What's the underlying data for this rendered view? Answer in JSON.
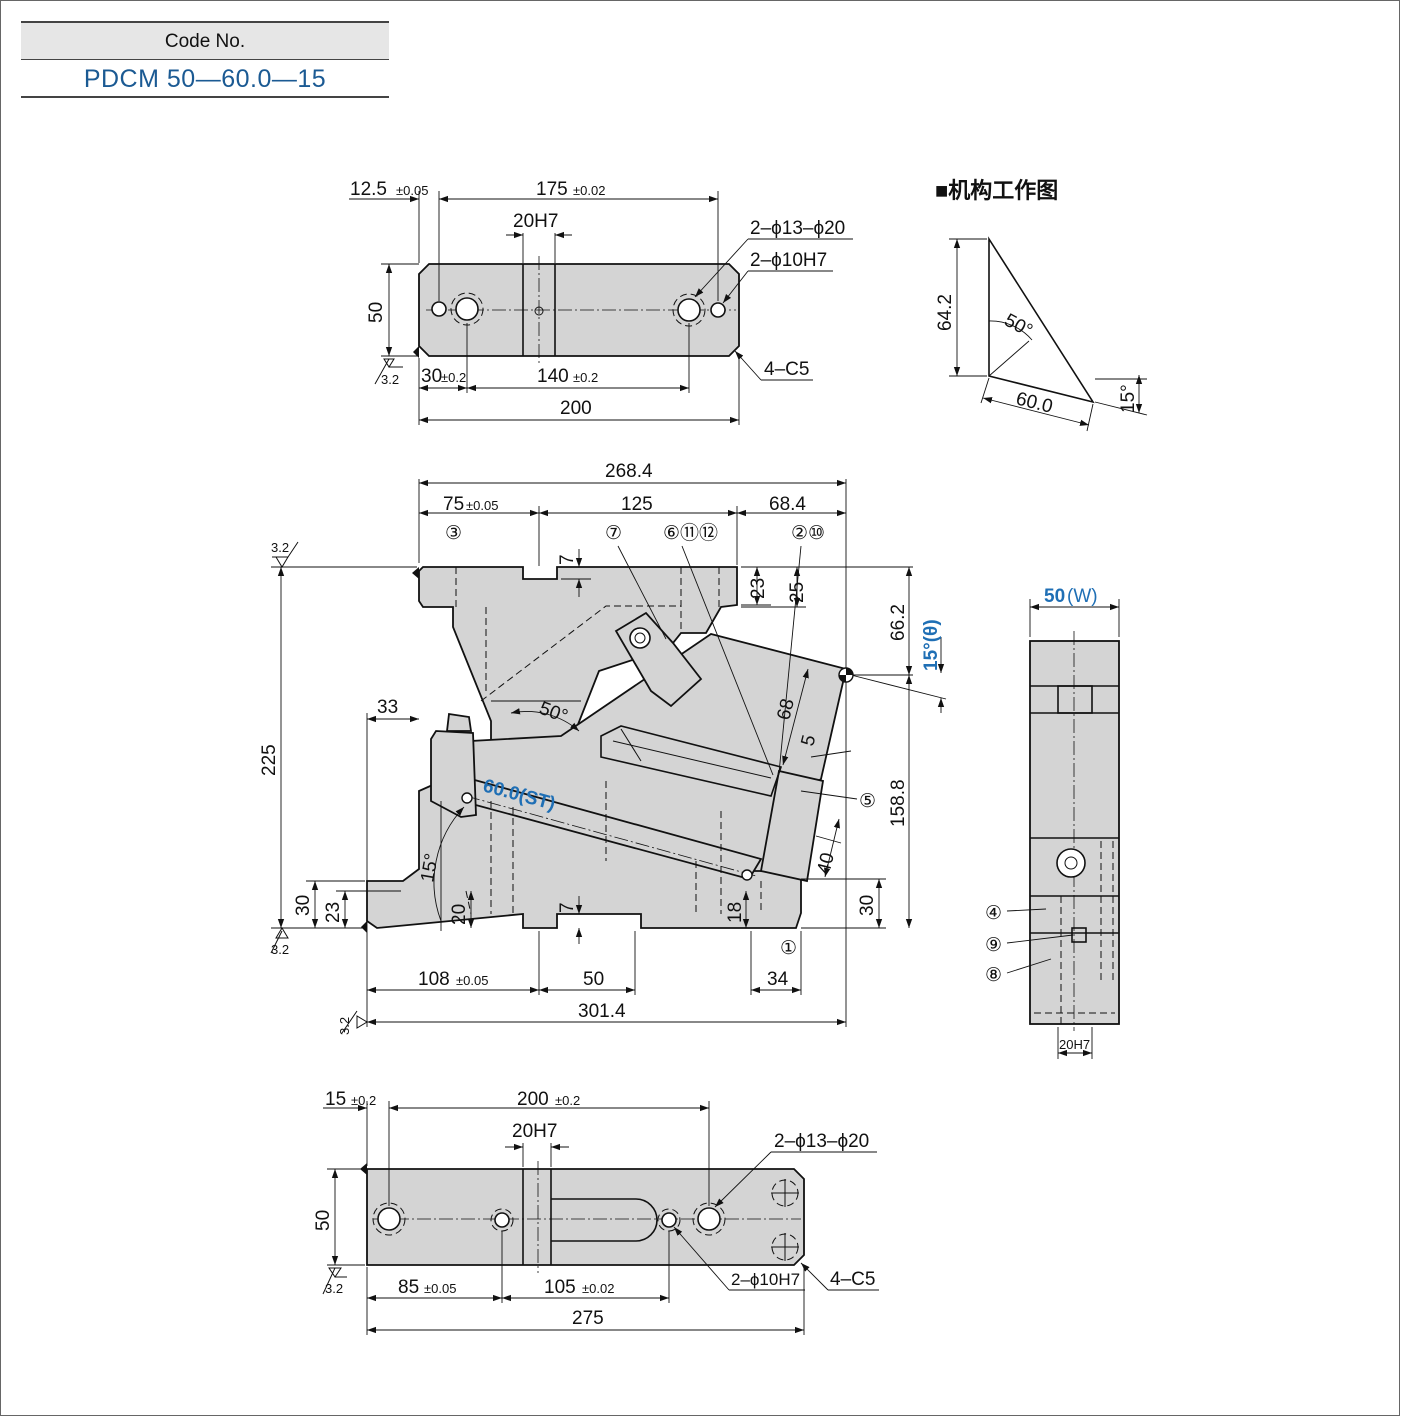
{
  "header": {
    "code_label": "Code No.",
    "code_value": "PDCM 50—60.0—15"
  },
  "mechanism": {
    "title": "■机构工作图",
    "height": "64.2",
    "angle": "50°",
    "stroke": "60.0",
    "tilt": "15°"
  },
  "top_view": {
    "d_12_5": "12.5",
    "tol_12_5": "±0.05",
    "d_175": "175",
    "tol_175": "±0.02",
    "d_20h7": "20H7",
    "holes_a": "2–ϕ13–ϕ20",
    "holes_b": "2–ϕ10H7",
    "d_50": "50",
    "rough": "3.2",
    "d_30": "30",
    "tol_30": "±0.2",
    "d_140": "140",
    "tol_140": "±0.2",
    "chamfer": "4–C5",
    "d_200": "200"
  },
  "front_view": {
    "d_268_4": "268.4",
    "d_75": "75",
    "tol_75": "±0.05",
    "d_125": "125",
    "d_68_4": "68.4",
    "d_7a": "7",
    "d_23a": "23",
    "d_25": "25",
    "d_66_2": "66.2",
    "theta": "15°(θ)",
    "d_33": "33",
    "d_225": "225",
    "angle_50": "50°",
    "stroke_label": "60.0(ST)",
    "d_68": "68",
    "d_5": "5",
    "d_158_8": "158.8",
    "d_40": "40",
    "d_30a": "30",
    "d_23b": "23",
    "angle_15": "15°",
    "d_20": "20",
    "d_7b": "7",
    "d_18": "18",
    "d_30b": "30",
    "d_108": "108",
    "tol_108": "±0.05",
    "d_50": "50",
    "d_34": "34",
    "d_301_4": "301.4",
    "rough": "3.2",
    "callouts": [
      "③",
      "⑦",
      "⑥⑪⑫",
      "②⑩",
      "⑤",
      "①"
    ]
  },
  "side_view": {
    "width_value": "50",
    "width_unit": "(W)",
    "d_20h7": "20H7",
    "callouts": [
      "④",
      "⑨",
      "⑧"
    ]
  },
  "bottom_view": {
    "d_15": "15",
    "tol_15": "±0.2",
    "d_200": "200",
    "tol_200": "±0.2",
    "d_20h7": "20H7",
    "holes_a": "2–ϕ13–ϕ20",
    "d_50": "50",
    "rough": "3.2",
    "d_85": "85",
    "tol_85": "±0.05",
    "d_105": "105",
    "tol_105": "±0.02",
    "holes_b": "2–ϕ10H7",
    "chamfer": "4–C5",
    "d_275": "275"
  }
}
